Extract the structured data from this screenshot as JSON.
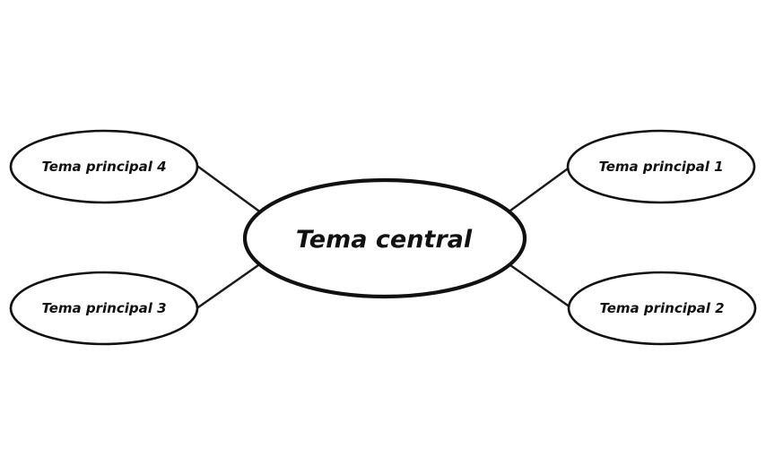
{
  "diagram": {
    "type": "mind-map",
    "central": {
      "label": "Tema central",
      "color": "#3949ab"
    },
    "topics": [
      {
        "id": "topic-1",
        "label": "Tema principal 1"
      },
      {
        "id": "topic-2",
        "label": "Tema principal 2"
      },
      {
        "id": "topic-3",
        "label": "Tema principal 3"
      },
      {
        "id": "topic-4",
        "label": "Tema principal 4"
      }
    ],
    "edges": [
      {
        "from": "central",
        "to": "topic-1"
      },
      {
        "from": "central",
        "to": "topic-2"
      },
      {
        "from": "central",
        "to": "topic-3"
      },
      {
        "from": "central",
        "to": "topic-4"
      }
    ],
    "colors": {
      "outline": "#111111",
      "connector": "#1a1a1a",
      "background": "#ffffff"
    }
  }
}
